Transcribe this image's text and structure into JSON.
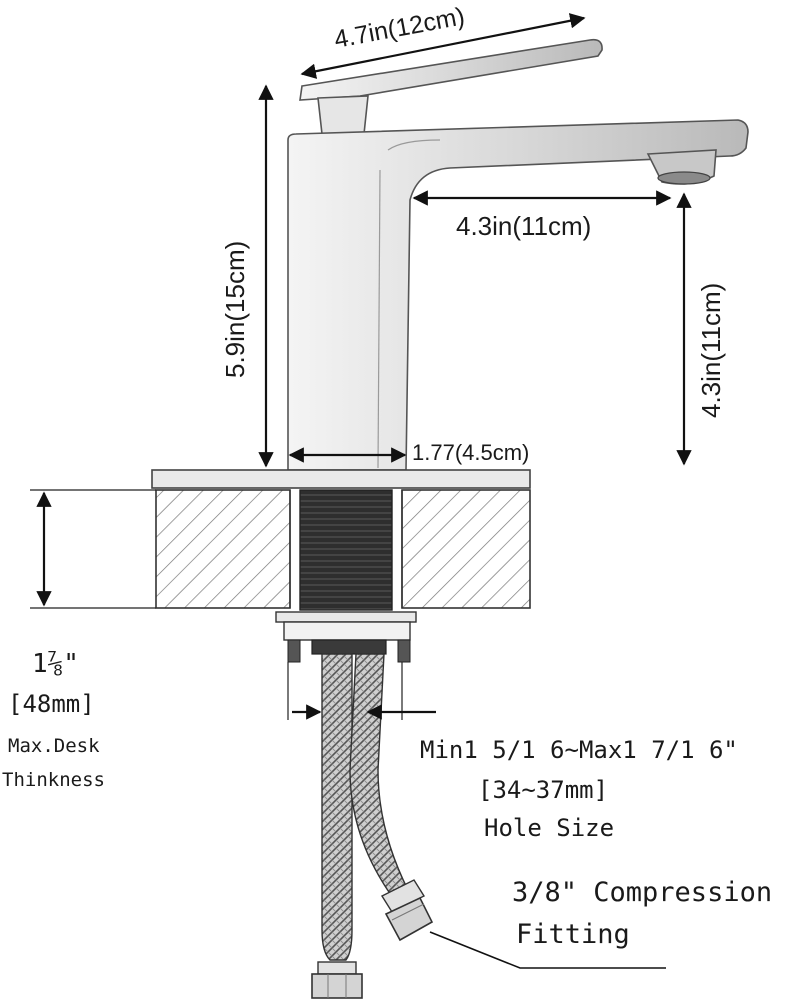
{
  "dimensions": {
    "handle_length": "4.7in(12cm)",
    "faucet_height": "5.9in(15cm)",
    "spout_reach": "4.3in(11cm)",
    "spout_height": "4.3in(11cm)",
    "base_width": "1.77(4.5cm)"
  },
  "desk": {
    "thickness_main": "1⅞\"",
    "thickness_mm": "[48mm]",
    "caption_line1": "Max.Desk",
    "caption_line2": "Thinkness"
  },
  "hole": {
    "range": "Min1 5/1 6~Max1 7/1 6\"",
    "range_mm": "[34~37mm]",
    "caption": "Hole Size"
  },
  "fitting": {
    "line1": "3/8\" Compression",
    "line2": "Fitting"
  },
  "colors": {
    "ink": "#111111",
    "metal": "#d9d9d9",
    "metal_dark": "#9a9a9a"
  }
}
